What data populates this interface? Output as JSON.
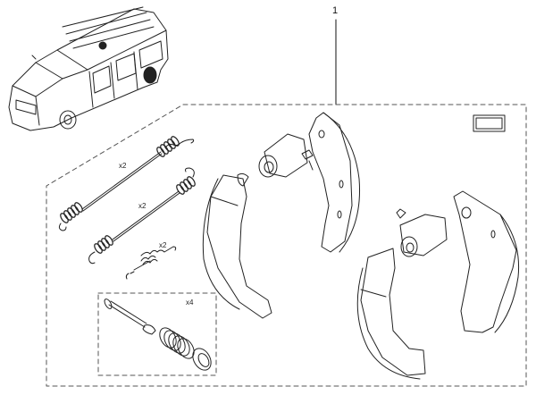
{
  "diagram": {
    "type": "exploded-parts-view",
    "subject": "rear drum brake shoe kit",
    "reference_label": "1",
    "watermark": "",
    "callouts": {
      "upper_spring_qty": "x2",
      "lower_spring_qty": "x2",
      "small_spring_qty": "x2",
      "retainer_kit_qty": "x4"
    },
    "parts": [
      {
        "id": "vehicle",
        "name": "Station wagon / van vehicle illustration"
      },
      {
        "id": "upper-return-spring",
        "name": "Upper return spring",
        "qty": "x2"
      },
      {
        "id": "lower-return-spring",
        "name": "Lower return spring",
        "qty": "x2"
      },
      {
        "id": "adjuster-spring",
        "name": "Small adjuster spring",
        "qty": "x2"
      },
      {
        "id": "hold-down-pin",
        "name": "Shoe hold-down pin",
        "qty": "x4"
      },
      {
        "id": "hold-down-spring",
        "name": "Hold-down spring",
        "qty": "x4"
      },
      {
        "id": "hold-down-cup",
        "name": "Hold-down cup washer",
        "qty": "x4"
      },
      {
        "id": "wheel-cylinder-left",
        "name": "Wheel cylinder (left)"
      },
      {
        "id": "wheel-cylinder-right",
        "name": "Wheel cylinder (right)"
      },
      {
        "id": "brake-shoe-left-leading",
        "name": "Brake shoe left (leading)"
      },
      {
        "id": "brake-shoe-left-trailing",
        "name": "Brake shoe left (trailing)"
      },
      {
        "id": "brake-shoe-right-leading",
        "name": "Brake shoe right (leading)"
      },
      {
        "id": "brake-shoe-right-trailing",
        "name": "Brake shoe right (trailing)"
      },
      {
        "id": "grease-sachet",
        "name": "Grease sachet"
      }
    ],
    "colors": {
      "line": "#222222",
      "dash": "#555555",
      "background": "#ffffff"
    }
  }
}
